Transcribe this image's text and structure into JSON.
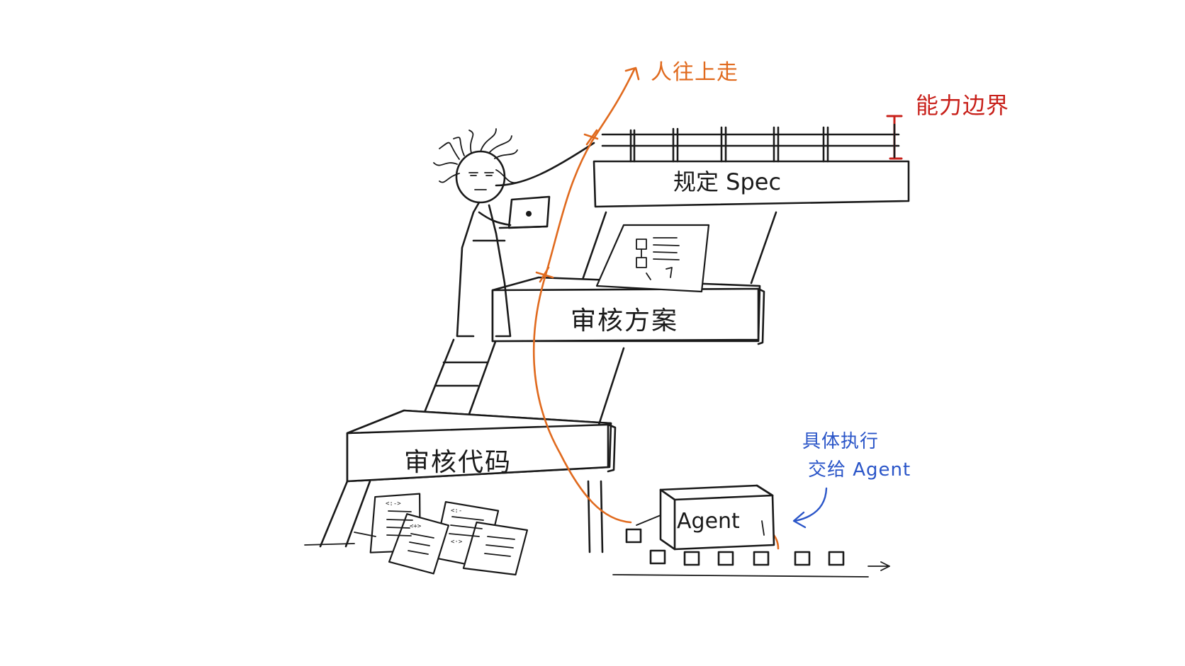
{
  "levels": {
    "spec_label": "规定 Spec",
    "plan_label": "审核方案",
    "code_label": "审核代码"
  },
  "annotations": {
    "move_up": "人往上走",
    "capability_boundary": "能力边界",
    "delegate_line1": "具体执行",
    "delegate_line2": "交给 Agent"
  },
  "agent": {
    "label": "Agent"
  },
  "papers": {
    "code_marks": [
      "<:->",
      "<:-",
      "<+>",
      "<·>"
    ]
  },
  "colors": {
    "ink": "#1a1a1a",
    "rope": "#e06a1e",
    "boundary": "#c8201a",
    "note": "#2a55c8"
  }
}
